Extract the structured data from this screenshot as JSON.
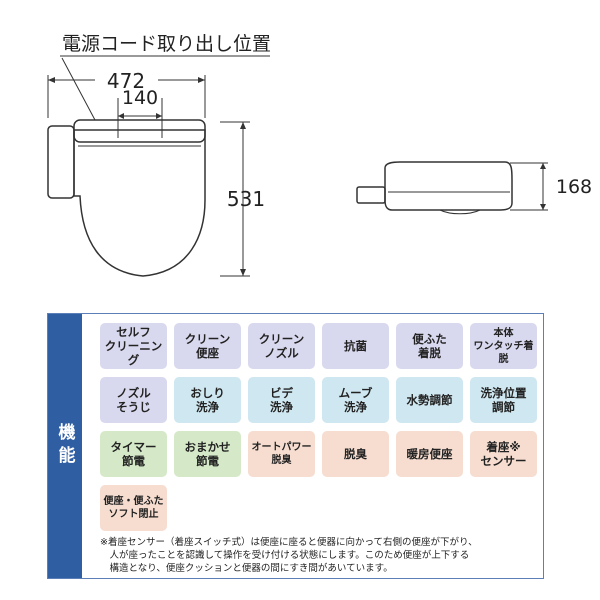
{
  "diagram": {
    "power_cord_label": "電源コード取り出し位置",
    "dim_width": "472",
    "dim_cord_offset": "140",
    "dim_depth": "531",
    "dim_height": "168"
  },
  "functions_panel": {
    "side_label": "機能",
    "colors": {
      "purple": "#d8d8ee",
      "blue": "#cfe7f0",
      "green": "#d5e9c8",
      "orange": "#f6ddd0",
      "side": "#2f5ea3"
    },
    "rows": [
      [
        {
          "label": "セルフ\nクリーニング",
          "color": "purple"
        },
        {
          "label": "クリーン\n便座",
          "color": "purple"
        },
        {
          "label": "クリーン\nノズル",
          "color": "purple"
        },
        {
          "label": "抗菌",
          "color": "purple"
        },
        {
          "label": "便ふた\n着脱",
          "color": "purple"
        },
        {
          "label": "本体\nワンタッチ着脱",
          "color": "purple",
          "small": true
        }
      ],
      [
        {
          "label": "ノズル\nそうじ",
          "color": "purple"
        },
        {
          "label": "おしり\n洗浄",
          "color": "blue"
        },
        {
          "label": "ビデ\n洗浄",
          "color": "blue"
        },
        {
          "label": "ムーブ\n洗浄",
          "color": "blue"
        },
        {
          "label": "水勢調節",
          "color": "blue"
        },
        {
          "label": "洗浄位置\n調節",
          "color": "blue"
        }
      ],
      [
        {
          "label": "タイマー\n節電",
          "color": "green"
        },
        {
          "label": "おまかせ\n節電",
          "color": "green"
        },
        {
          "label": "オートパワー\n脱臭",
          "color": "orange",
          "small": true
        },
        {
          "label": "脱臭",
          "color": "orange"
        },
        {
          "label": "暖房便座",
          "color": "orange"
        },
        {
          "label": "着座※\nセンサー",
          "color": "orange"
        }
      ],
      [
        {
          "label": "便座・便ふた\nソフト閉止",
          "color": "orange",
          "small": true
        }
      ]
    ],
    "note": "※着座センサー（着座スイッチ式）は便座に座ると便器に向かって右側の便座が下がり、\n　人が座ったことを認識して操作を受け付ける状態にします。このため便座が上下する\n　構造となり、便座クッションと便器の間にすき間があいています。"
  }
}
